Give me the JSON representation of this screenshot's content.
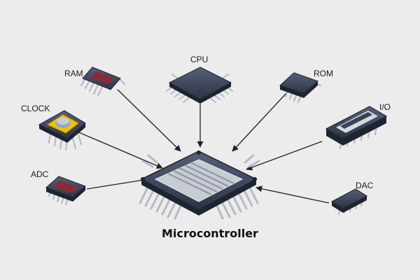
{
  "diagram": {
    "title": "Microcontroller",
    "components": {
      "ram": "RAM",
      "cpu": "CPU",
      "rom": "ROM",
      "clock": "CLOCK",
      "io": "I/O",
      "adc": "ADC",
      "dac": "DAC"
    },
    "colors": {
      "background": "#ececec",
      "chip_body": "#3a4256",
      "chip_accent": "#7a2a33",
      "clock_pad": "#f2c200",
      "pins": "#c9ccd2",
      "arrow": "#222222"
    }
  }
}
